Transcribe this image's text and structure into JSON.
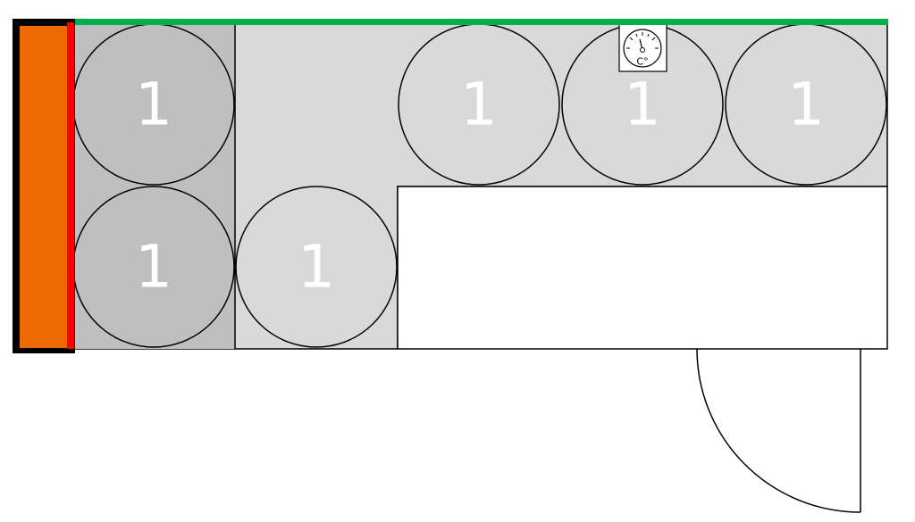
{
  "colors": {
    "background": "#ffffff",
    "room_floor": "#d9d9d9",
    "shaded_bay": "#bfbfbf",
    "slot_fill": "#d9d9d9",
    "slot_fill_shaded": "#bfbfbf",
    "outline": "#000000",
    "label": "#ffffff",
    "green_wall": "#00b050",
    "red_wall": "#ff0000",
    "orange_panel": "#ed6a00",
    "black_panel": "#000000"
  },
  "slots": [
    {
      "label": "1",
      "shaded": true
    },
    {
      "label": "1",
      "shaded": false
    },
    {
      "label": "1",
      "shaded": false
    },
    {
      "label": "1",
      "shaded": false
    },
    {
      "label": "1",
      "shaded": true
    },
    {
      "label": "1",
      "shaded": false
    }
  ],
  "thermometer": {
    "icon": "thermometer-icon",
    "unit_label": "C°"
  },
  "door": {
    "icon": "door-swing-icon"
  }
}
